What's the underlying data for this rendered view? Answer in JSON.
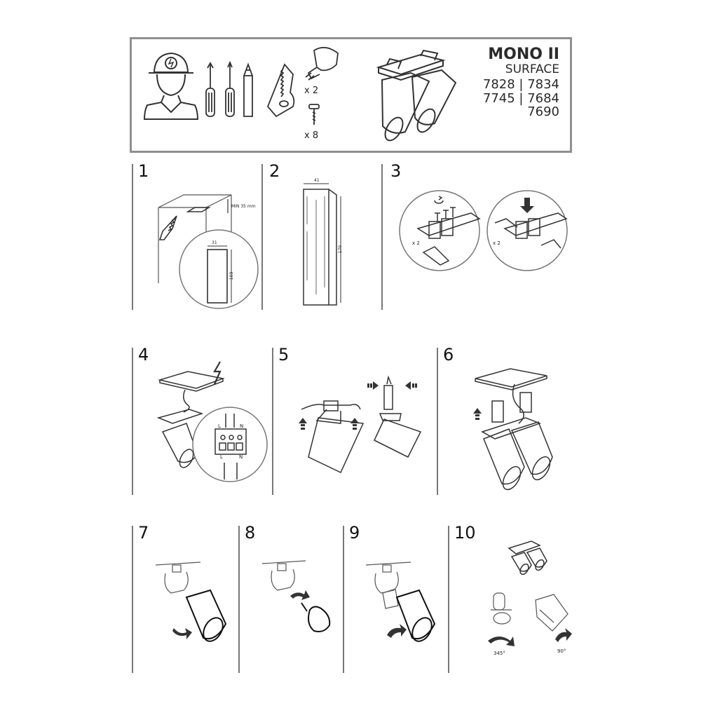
{
  "header": {
    "product_name": "MONO II",
    "product_type": "SURFACE",
    "codes": [
      "7828 | 7834",
      "7745 | 7684",
      "7690"
    ],
    "bulb_qty": "x 2",
    "screw_qty": "x 8"
  },
  "steps": [
    {
      "number": "1",
      "labels": {
        "min_depth": "MIN 35 mm",
        "width": "31",
        "length": "103"
      }
    },
    {
      "number": "2",
      "labels": {
        "width": "41",
        "length": "170"
      }
    },
    {
      "number": "3",
      "labels": {
        "qty_left": "x 2",
        "qty_right": "x 2"
      }
    },
    {
      "number": "4",
      "labels": {
        "terminal_top": "L",
        "terminal_mid": "N",
        "terminal_bottom_l": "L",
        "terminal_bottom_n": "N"
      }
    },
    {
      "number": "5"
    },
    {
      "number": "6"
    },
    {
      "number": "7"
    },
    {
      "number": "8"
    },
    {
      "number": "9"
    },
    {
      "number": "10",
      "labels": {
        "rotate": "345°",
        "tilt": "90°"
      }
    }
  ]
}
